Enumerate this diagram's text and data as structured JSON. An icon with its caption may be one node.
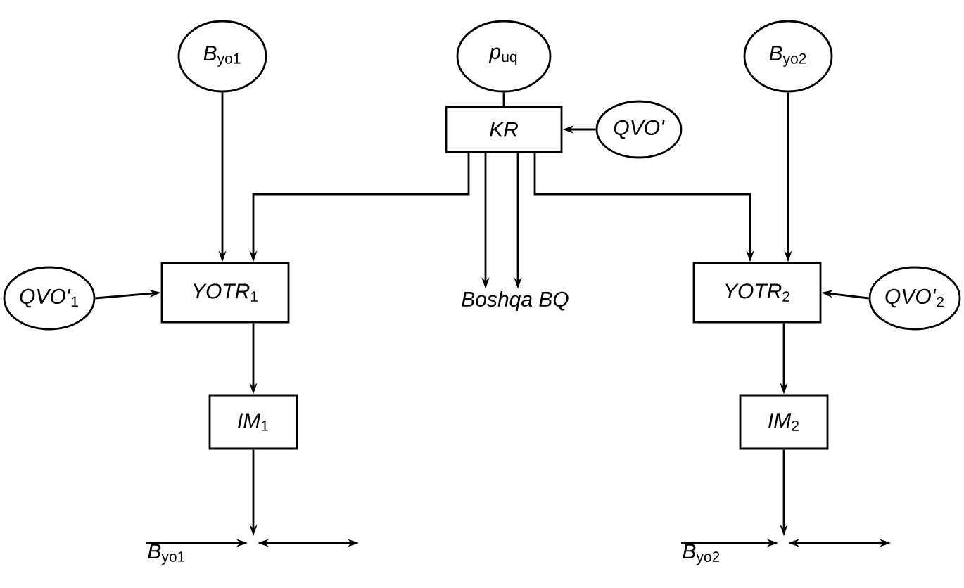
{
  "diagram": {
    "nodes": [
      {
        "text": [
          "*B*$_{yo1}$"
        ]
      },
      {
        "text": [
          "*p*$_{uq}$"
        ]
      },
      {
        "text": [
          "*B*$_{yo2}$"
        ]
      },
      {
        "text": [
          "KR"
        ]
      },
      {
        "text": [
          "*QVO'*"
        ]
      },
      {
        "text": [
          "*QVO'*$_{1}$"
        ]
      },
      {
        "text": [
          "*YOTR*$_{1}$"
        ]
      },
      {
        "text": [
          "Boshqa BQ"
        ]
      },
      {
        "text": [
          "*YOTR*$_{2}$"
        ]
      },
      {
        "text": [
          "*QVO'*$_{2}$"
        ]
      },
      {
        "text": [
          "*IM*$_{1}$"
        ]
      },
      {
        "text": [
          "*IM*$_{2}$"
        ]
      },
      {
        "text": [
          "*B*$_{yo1}$"
        ]
      },
      {
        "text": [
          "*B*$_{yo2}$"
        ]
      }
    ],
    "edges": [
      {
        "from": 0,
        "to": 6,
        "arrow": "to"
      },
      {
        "from": 1,
        "to": 3,
        "arrow": "none"
      },
      {
        "from": 4,
        "to": 3,
        "arrow": "to"
      },
      {
        "from": 3,
        "to": 6,
        "arrow": "to"
      },
      {
        "from": 3,
        "to": 8,
        "arrow": "to"
      },
      {
        "from": 3,
        "to": 7,
        "arrow": "to"
      },
      {
        "from": 3,
        "to": 7,
        "arrow": "to"
      },
      {
        "from": 2,
        "to": 8,
        "arrow": "to"
      },
      {
        "from": 5,
        "to": 6,
        "arrow": "to"
      },
      {
        "from": 9,
        "to": 8,
        "arrow": "to"
      },
      {
        "from": 6,
        "to": 10,
        "arrow": "to"
      },
      {
        "from": 8,
        "to": 11,
        "arrow": "to"
      },
      {
        "from": 10,
        "to": null,
        "arrow": "to"
      },
      {
        "from": 11,
        "to": null,
        "arrow": "to"
      },
      {
        "from": 12,
        "to": null,
        "arrow": "to"
      },
      {
        "from": 13,
        "to": null,
        "arrow": "to"
      }
    ]
  }
}
